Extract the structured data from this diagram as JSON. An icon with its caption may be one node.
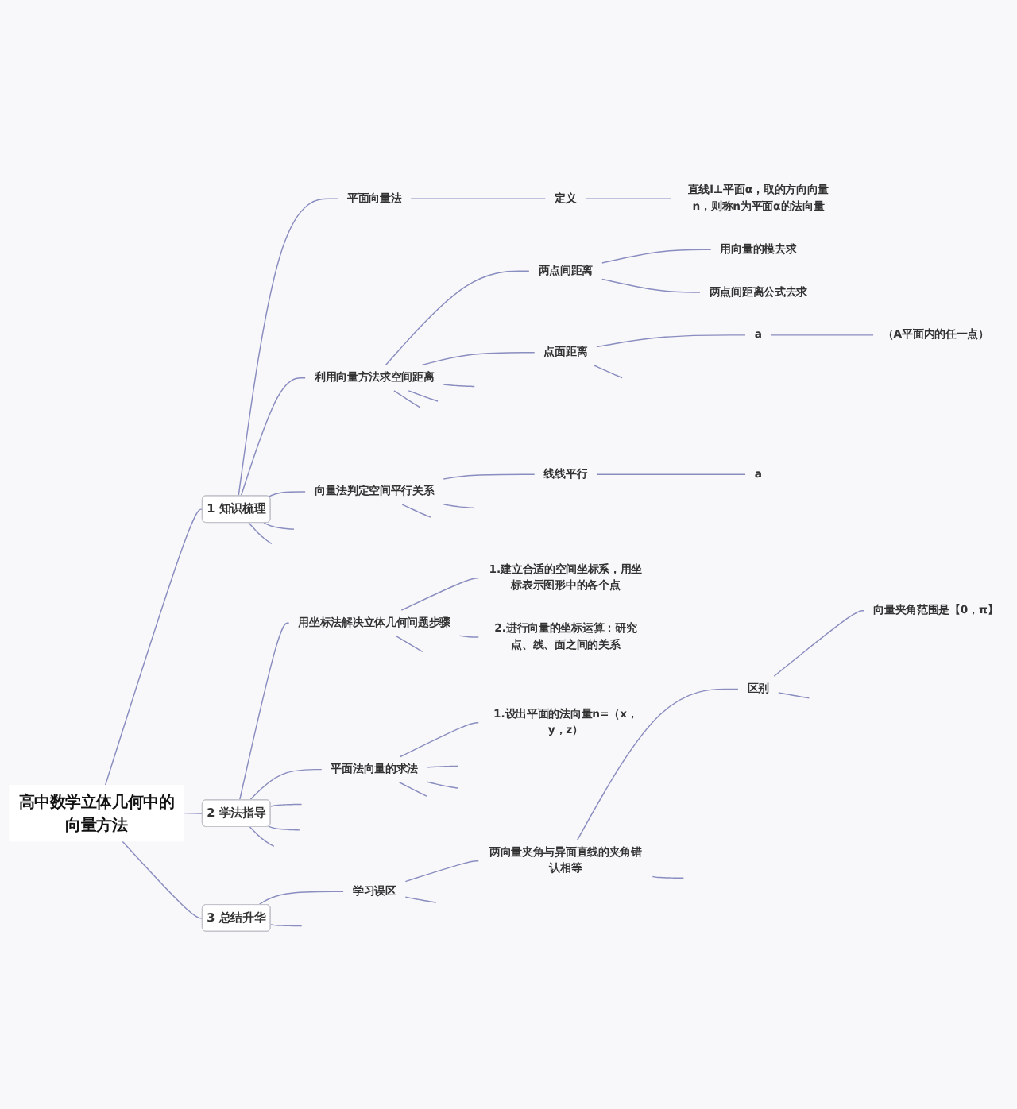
{
  "diagram": {
    "nodes": [
      {
        "text": [
          "高中数学立体几何中的向量方法"
        ]
      },
      {
        "text": [
          "1",
          "知识梳理"
        ]
      },
      {
        "text": [
          "平面向量法"
        ]
      },
      {
        "text": [
          "定义"
        ]
      },
      {
        "text": [
          "直线l⊥平面α，取的方向向量n，则称n为平面α的法向量"
        ]
      },
      {
        "text": [
          "利用向量方法求空间距离"
        ]
      },
      {
        "text": [
          "两点间距离"
        ]
      },
      {
        "text": [
          "用向量的模去求"
        ]
      },
      {
        "text": [
          "两点间距离公式去求"
        ]
      },
      {
        "text": [
          "点面距离"
        ]
      },
      {
        "text": [
          "a"
        ]
      },
      {
        "text": [
          "（A平面内的任一点）"
        ]
      },
      {
        "text": [
          "向量法判定空间平行关系"
        ]
      },
      {
        "text": [
          "线线平行"
        ]
      },
      {
        "text": [
          "a"
        ]
      },
      {
        "text": [
          "2",
          "学法指导"
        ]
      },
      {
        "text": [
          "用坐标法解决立体几何问题步骤"
        ]
      },
      {
        "text": [
          "1.建立合适的空间坐标系，用坐标表示图形中的各个点"
        ]
      },
      {
        "text": [
          "2.进行向量的坐标运算：研究点、线、面之间的关系"
        ]
      },
      {
        "text": [
          "平面法向量的求法"
        ]
      },
      {
        "text": [
          "1.设出平面的法向量n=（x，y，z）"
        ]
      },
      {
        "text": [
          "3",
          "总结升华"
        ]
      },
      {
        "text": [
          "学习误区"
        ]
      },
      {
        "text": [
          "两向量夹角与异面直线的夹角错认相等"
        ]
      },
      {
        "text": [
          "区别"
        ]
      },
      {
        "text": [
          "向量夹角范围是【0，π】"
        ]
      }
    ],
    "edges": [
      {
        "from": 0,
        "to": 1,
        "arrow": "none"
      },
      {
        "from": 1,
        "to": 2,
        "arrow": "none"
      },
      {
        "from": 2,
        "to": 3,
        "arrow": "none"
      },
      {
        "from": 3,
        "to": 4,
        "arrow": "none"
      },
      {
        "from": 1,
        "to": 5,
        "arrow": "none"
      },
      {
        "from": 5,
        "to": 6,
        "arrow": "none"
      },
      {
        "from": 6,
        "to": 7,
        "arrow": "none"
      },
      {
        "from": 6,
        "to": 8,
        "arrow": "none"
      },
      {
        "from": 5,
        "to": 9,
        "arrow": "none"
      },
      {
        "from": 9,
        "to": 10,
        "arrow": "none"
      },
      {
        "from": 10,
        "to": 11,
        "arrow": "none"
      },
      {
        "from": 9,
        "to": null,
        "arrow": "none"
      },
      {
        "from": 5,
        "to": null,
        "arrow": "none"
      },
      {
        "from": 5,
        "to": null,
        "arrow": "none"
      },
      {
        "from": 5,
        "to": null,
        "arrow": "none"
      },
      {
        "from": 1,
        "to": 12,
        "arrow": "none"
      },
      {
        "from": 12,
        "to": 13,
        "arrow": "none"
      },
      {
        "from": 13,
        "to": 14,
        "arrow": "none"
      },
      {
        "from": 12,
        "to": null,
        "arrow": "none"
      },
      {
        "from": 12,
        "to": null,
        "arrow": "none"
      },
      {
        "from": 1,
        "to": null,
        "arrow": "none"
      },
      {
        "from": 1,
        "to": null,
        "arrow": "none"
      },
      {
        "from": 0,
        "to": 15,
        "arrow": "none"
      },
      {
        "from": 15,
        "to": 16,
        "arrow": "none"
      },
      {
        "from": 16,
        "to": 17,
        "arrow": "none"
      },
      {
        "from": 16,
        "to": 18,
        "arrow": "none"
      },
      {
        "from": 16,
        "to": null,
        "arrow": "none"
      },
      {
        "from": 15,
        "to": 19,
        "arrow": "none"
      },
      {
        "from": 19,
        "to": 20,
        "arrow": "none"
      },
      {
        "from": 19,
        "to": null,
        "arrow": "none"
      },
      {
        "from": 19,
        "to": null,
        "arrow": "none"
      },
      {
        "from": 19,
        "to": null,
        "arrow": "none"
      },
      {
        "from": 15,
        "to": null,
        "arrow": "none"
      },
      {
        "from": 15,
        "to": null,
        "arrow": "none"
      },
      {
        "from": 15,
        "to": null,
        "arrow": "none"
      },
      {
        "from": 0,
        "to": 21,
        "arrow": "none"
      },
      {
        "from": 21,
        "to": 22,
        "arrow": "none"
      },
      {
        "from": 22,
        "to": 23,
        "arrow": "none"
      },
      {
        "from": 23,
        "to": 24,
        "arrow": "none"
      },
      {
        "from": 24,
        "to": 25,
        "arrow": "none"
      },
      {
        "from": 24,
        "to": null,
        "arrow": "none"
      },
      {
        "from": 23,
        "to": null,
        "arrow": "none"
      },
      {
        "from": 22,
        "to": null,
        "arrow": "none"
      },
      {
        "from": 21,
        "to": null,
        "arrow": "none"
      }
    ]
  }
}
